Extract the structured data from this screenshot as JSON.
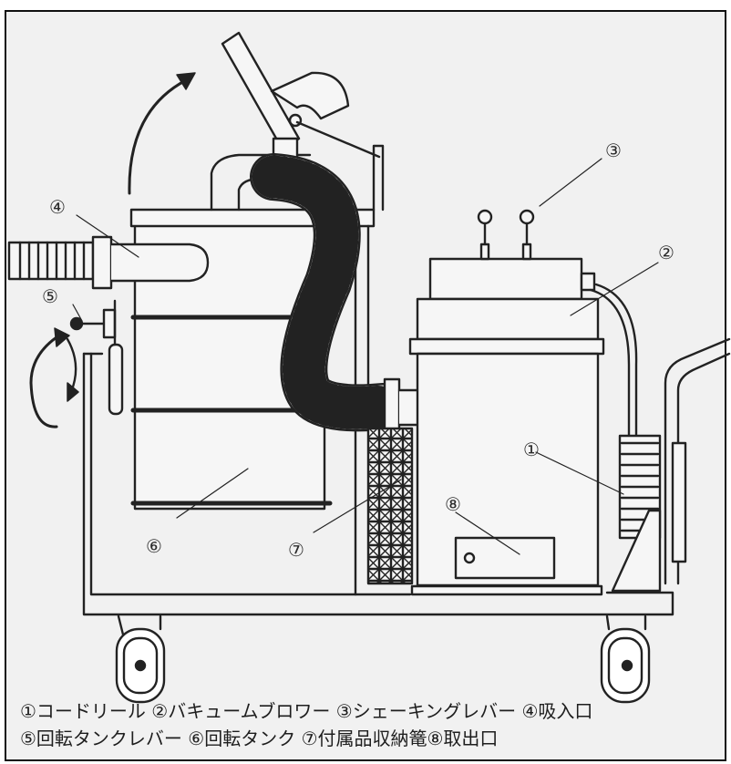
{
  "captions": {
    "line1": "①コードリール ②バキュームブロワー ③シェーキングレバー ④吸入口",
    "line2": "⑤回転タンクレバー ⑥回転タンク ⑦付属品収納篭⑧取出口"
  },
  "callouts": [
    "①",
    "②",
    "③",
    "④",
    "⑤",
    "⑥",
    "⑦",
    "⑧"
  ],
  "colors": {
    "background": "#f1f1f1",
    "line": "#222222",
    "border": "#111111"
  }
}
